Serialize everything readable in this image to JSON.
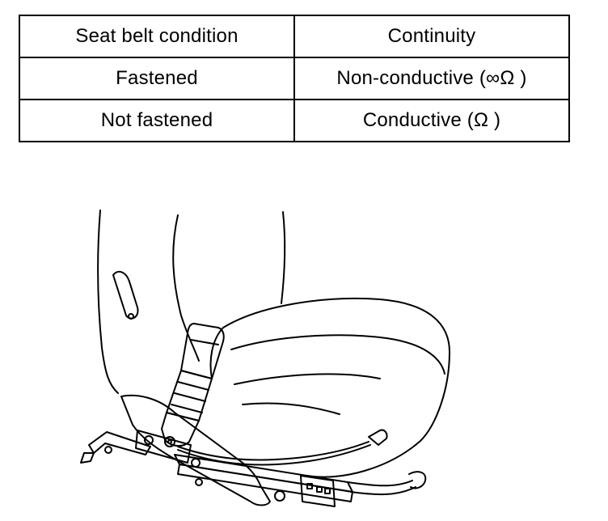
{
  "table": {
    "headers": [
      "Seat belt condition",
      "Continuity"
    ],
    "rows": [
      [
        "Fastened",
        "Non-conductive (∞Ω )"
      ],
      [
        "Not fastened",
        "Conductive (Ω )"
      ]
    ]
  },
  "icons": {
    "illustration": "seat-belt-buckle-switch-icon"
  }
}
